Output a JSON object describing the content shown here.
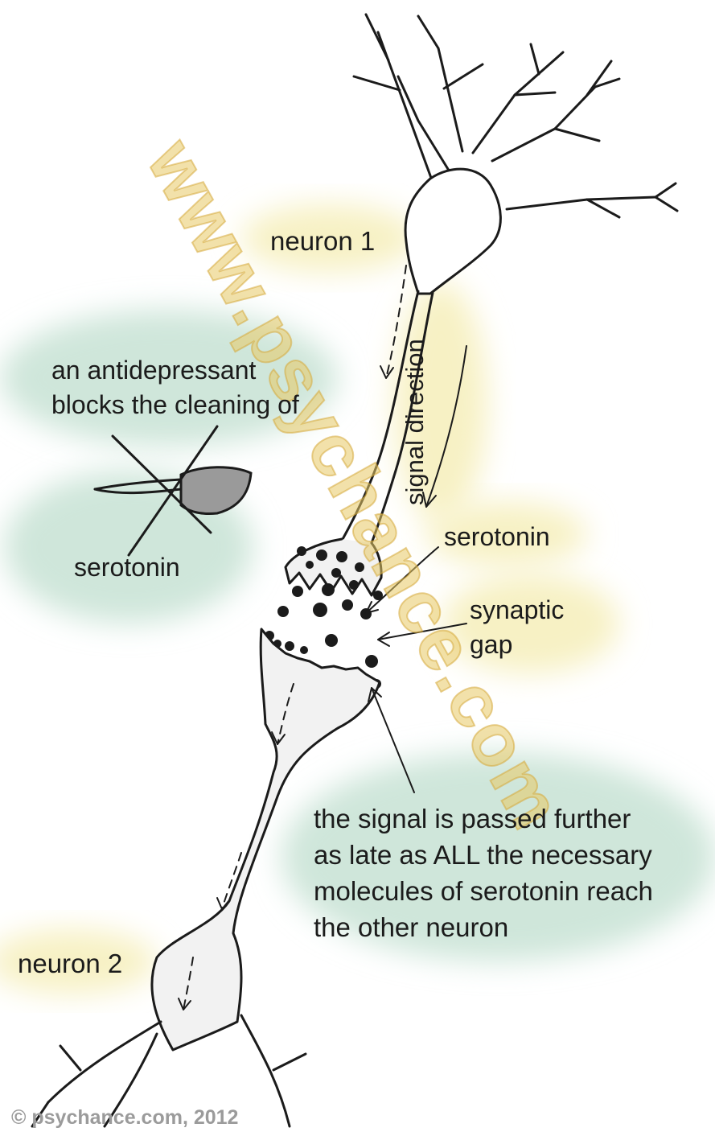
{
  "labels": {
    "neuron1": "neuron 1",
    "signal_direction": "signal direction",
    "antidepressant_line1": "an antidepressant",
    "antidepressant_line2": "blocks the cleaning of",
    "serotonin_left": "serotonin",
    "serotonin_right": "serotonin",
    "synaptic_line1": "synaptic",
    "synaptic_line2": "gap",
    "signal_passed_line1": "the signal is passed further",
    "signal_passed_line2": "as late as ALL the necessary",
    "signal_passed_line3": "molecules of serotonin reach",
    "signal_passed_line4": "the other neuron",
    "neuron2": "neuron 2"
  },
  "watermark": "www.psychance.com",
  "copyright": "© psychance.com, 2012",
  "colors": {
    "ink": "#1b1b1b",
    "highlight_yellow": "#f7f1c4",
    "highlight_green": "#cfe6da",
    "watermark": "#e8c864",
    "cell_fill": "#f2f2f2"
  }
}
